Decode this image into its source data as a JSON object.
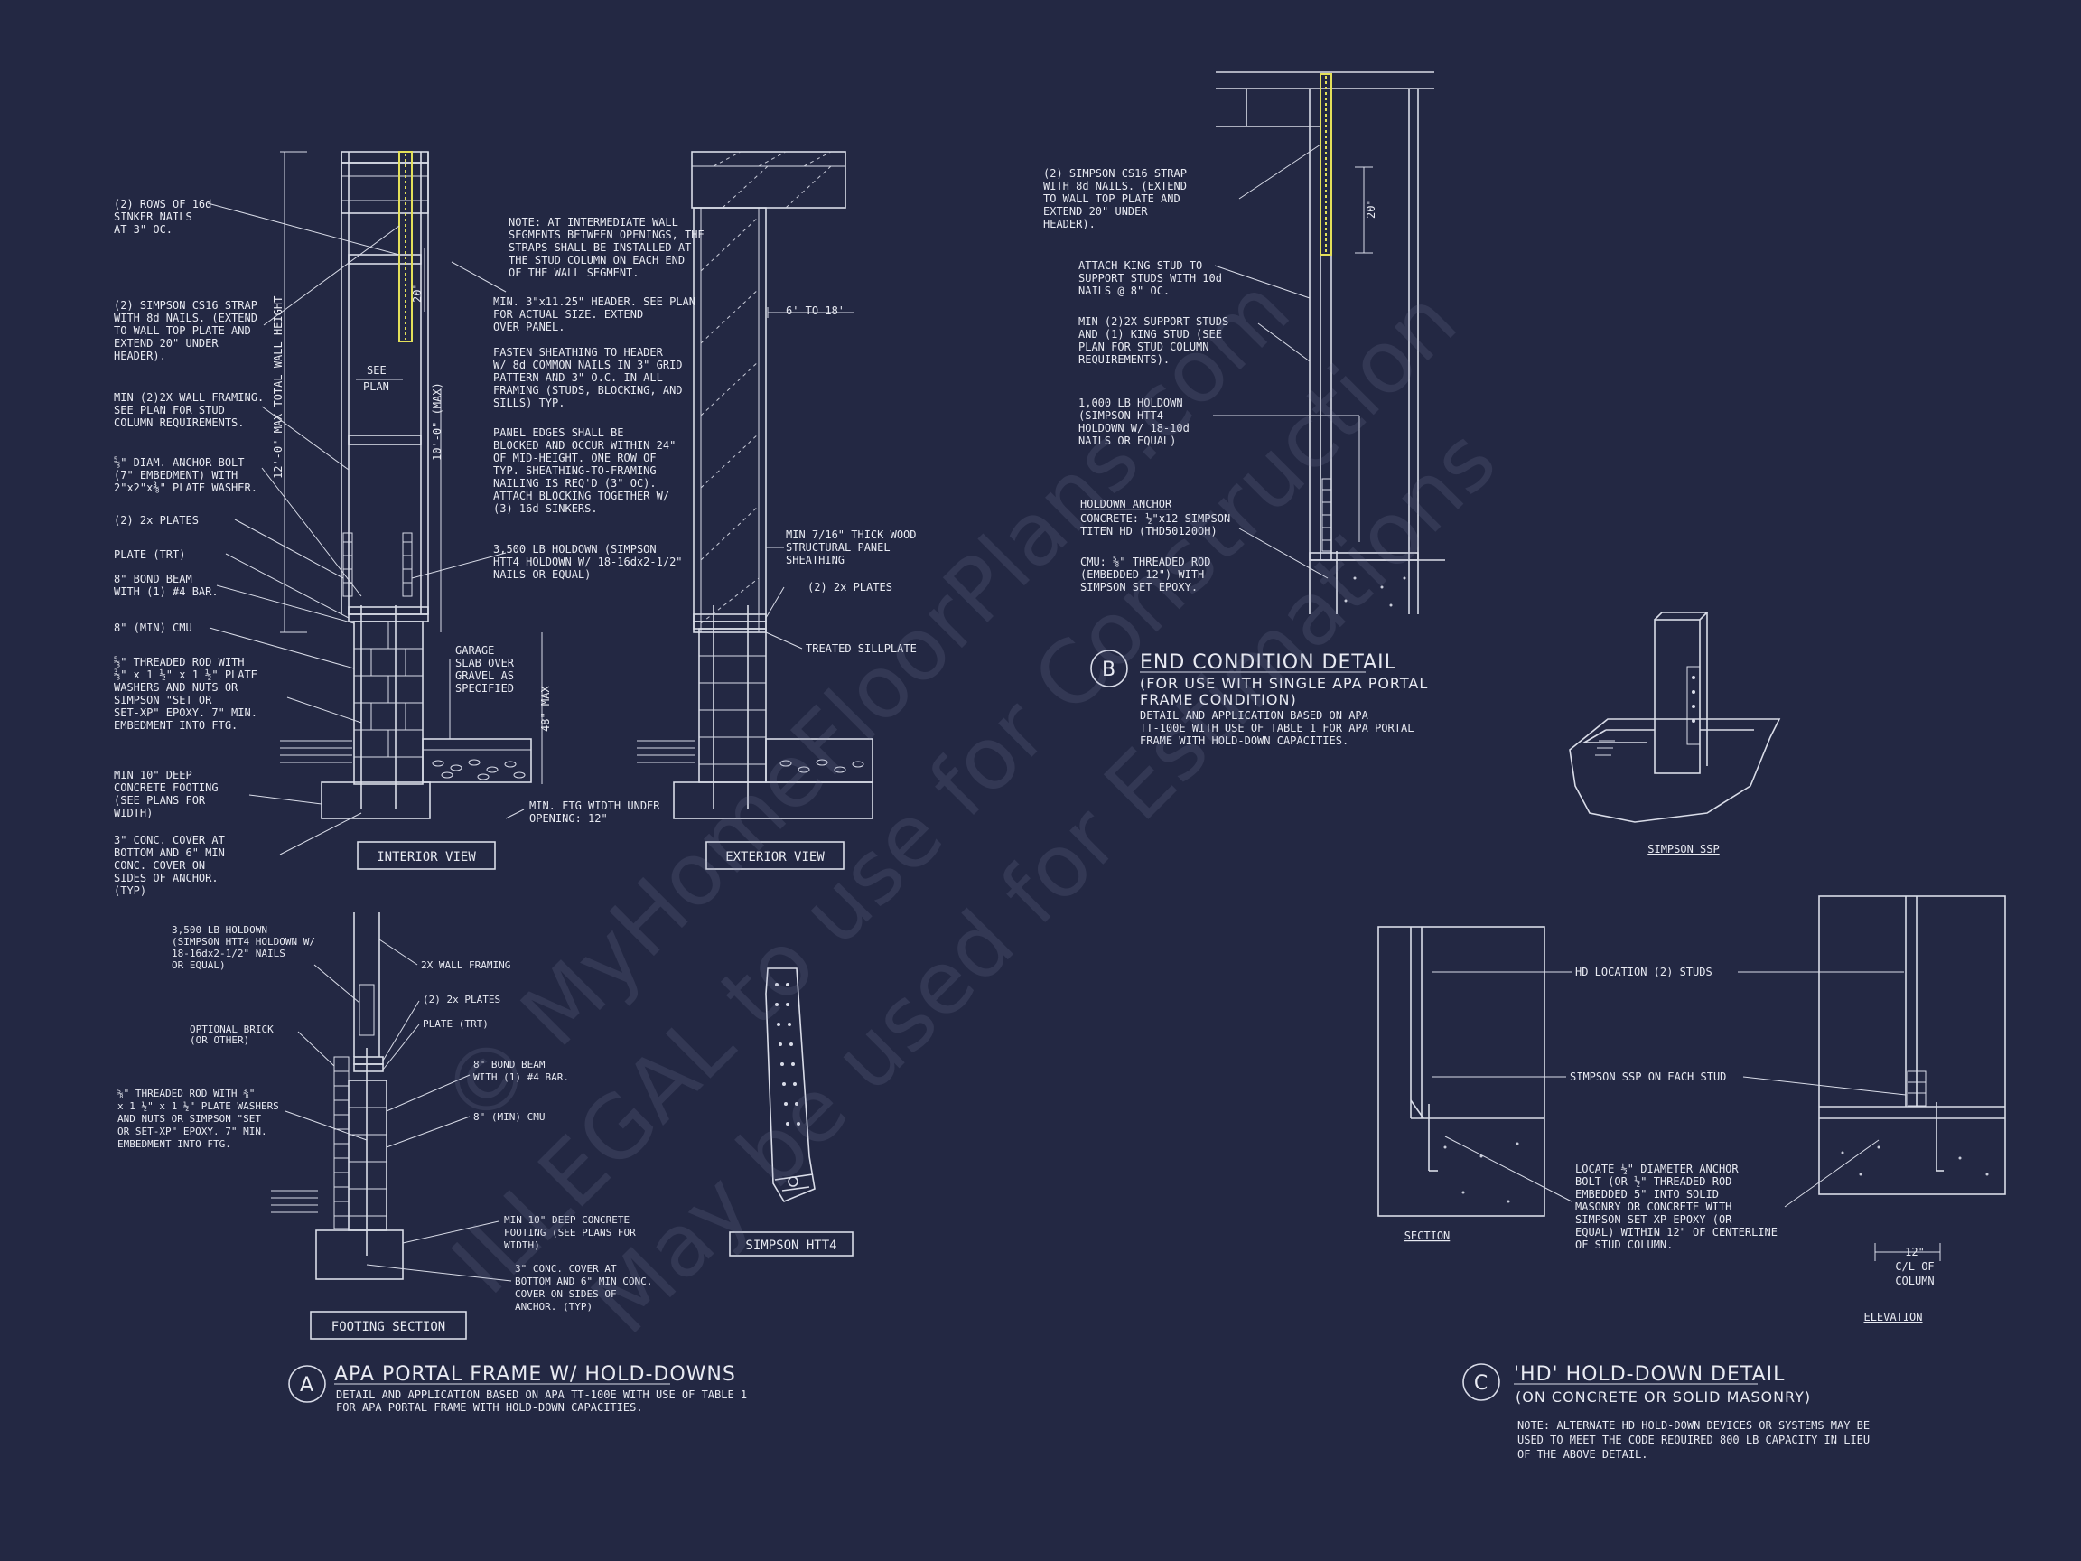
{
  "detail_a": {
    "notes": [
      "(2) ROWS OF 16d",
      "SINKER NAILS",
      "AT 3\" OC.",
      "(2) SIMPSON CS16 STRAP",
      "WITH 8d NAILS. (EXTEND",
      "TO WALL TOP PLATE AND",
      "EXTEND 20\" UNDER",
      "HEADER).",
      "MIN (2)2X WALL FRAMING.",
      "SEE PLAN FOR STUD",
      "COLUMN REQUIREMENTS.",
      "⅝\" DIAM. ANCHOR BOLT",
      "(7\" EMBEDMENT) WITH",
      "2\"x2\"x⅜\" PLATE WASHER.",
      "(2) 2x PLATES",
      "PLATE (TRT)",
      "8\" BOND BEAM",
      "WITH (1) #4 BAR.",
      "8\" (MIN) CMU",
      "⅝\" THREADED ROD WITH",
      "⅜\" x 1 ½\" x 1 ½\" PLATE",
      "WASHERS AND NUTS OR",
      "SIMPSON \"SET OR",
      "SET-XP\" EPOXY. 7\" MIN.",
      "EMBEDMENT INTO FTG.",
      "MIN 10\" DEEP",
      "CONCRETE FOOTING",
      "(SEE PLANS FOR",
      "WIDTH)",
      "3\" CONC. COVER AT",
      "BOTTOM AND 6\" MIN",
      "CONC. COVER ON",
      "SIDES OF ANCHOR.",
      "(TYP)"
    ],
    "center_notes": [
      "NOTE: AT INTERMEDIATE WALL",
      "SEGMENTS BETWEEN OPENINGS, THE",
      "STRAPS SHALL BE INSTALLED AT",
      "THE STUD COLUMN ON EACH END",
      "OF THE WALL SEGMENT.",
      "MIN. 3\"x11.25\" HEADER. SEE PLAN",
      "FOR ACTUAL SIZE. EXTEND",
      "OVER PANEL.",
      "FASTEN SHEATHING TO HEADER",
      "W/ 8d COMMON NAILS IN 3\" GRID",
      "PATTERN AND 3\" O.C. IN ALL",
      "FRAMING (STUDS, BLOCKING, AND",
      "SILLS) TYP.",
      "PANEL EDGES SHALL BE",
      "BLOCKED AND OCCUR WITHIN 24\"",
      "OF MID-HEIGHT.  ONE ROW OF",
      "TYP. SHEATHING-TO-FRAMING",
      "NAILING IS REQ'D (3\" OC).",
      "ATTACH BLOCKING TOGETHER W/",
      "(3) 16d SINKERS.",
      "3,500 LB HOLDOWN (SIMPSON",
      "HTT4 HOLDOWN W/ 18-16dx2-1/2\"",
      "NAILS OR EQUAL)",
      "GARAGE",
      "SLAB OVER",
      "GRAVEL AS",
      "SPECIFIED",
      "MIN. FTG WIDTH UNDER",
      "OPENING: 12\""
    ],
    "dims": {
      "top": "20\"",
      "see": "SEE",
      "plan": "PLAN",
      "total": "12'-0\" MAX TOTAL WALL HEIGHT",
      "max": "10'-0\" (MAX)",
      "h48": "48\" MAX",
      "span": "6' TO 18'"
    },
    "exterior_notes": [
      "MIN 7/16\" THICK WOOD",
      "STRUCTURAL PANEL",
      "SHEATHING",
      "(2) 2x PLATES",
      "TREATED SILLPLATE"
    ],
    "interior_view": "INTERIOR VIEW",
    "exterior_view": "EXTERIOR VIEW",
    "footing_notes": [
      "3,500 LB HOLDOWN",
      "(SIMPSON HTT4 HOLDOWN W/",
      "18-16dx2-1/2\" NAILS",
      "OR EQUAL)",
      "2X WALL FRAMING",
      "(2) 2x PLATES",
      "PLATE (TRT)",
      "OPTIONAL BRICK",
      "(OR OTHER)",
      "8\" BOND BEAM",
      "WITH (1) #4 BAR.",
      "8\" (MIN) CMU",
      "⅝\" THREADED ROD WITH ⅜\"",
      "x 1 ½\" x 1 ½\" PLATE WASHERS",
      "AND NUTS OR SIMPSON \"SET",
      "OR SET-XP\" EPOXY.  7\" MIN.",
      "EMBEDMENT INTO FTG.",
      "MIN 10\" DEEP CONCRETE",
      "FOOTING (SEE PLANS FOR",
      "WIDTH)",
      "3\" CONC. COVER AT",
      "BOTTOM AND 6\" MIN CONC.",
      "COVER ON SIDES OF",
      "ANCHOR. (TYP)"
    ],
    "footing_section": "FOOTING SECTION",
    "htt4_label": "SIMPSON HTT4",
    "letter": "A",
    "title": "APA PORTAL FRAME W/ HOLD-DOWNS",
    "desc": [
      "DETAIL AND APPLICATION BASED ON APA TT-100E WITH USE OF TABLE 1",
      "FOR APA PORTAL FRAME WITH HOLD-DOWN CAPACITIES."
    ]
  },
  "detail_b": {
    "notes": [
      "(2) SIMPSON CS16 STRAP",
      "WITH 8d NAILS. (EXTEND",
      "TO WALL TOP PLATE AND",
      "EXTEND 20\" UNDER",
      "HEADER).",
      "ATTACH KING STUD TO",
      "SUPPORT STUDS WITH 10d",
      "NAILS @ 8\" OC.",
      "MIN (2)2X SUPPORT STUDS",
      "AND (1) KING STUD (SEE",
      "PLAN FOR STUD COLUMN",
      "REQUIREMENTS).",
      "1,000 LB HOLDOWN",
      "(SIMPSON HTT4",
      "HOLDOWN W/ 18-10d",
      "NAILS OR EQUAL)"
    ],
    "anchor_head": "HOLDOWN ANCHOR",
    "anchor_notes": [
      "CONCRETE: ½\"x12 SIMPSON",
      "TITEN HD (THD50120OH)",
      "CMU: ⅝\" THREADED ROD",
      "(EMBEDDED 12\") WITH",
      "SIMPSON SET EPOXY."
    ],
    "dim": "20\"",
    "letter": "B",
    "title": "END CONDITION DETAIL",
    "desc": [
      "(FOR USE WITH SINGLE APA PORTAL",
      "FRAME CONDITION)",
      "DETAIL AND APPLICATION BASED ON APA",
      "TT-100E WITH USE OF TABLE 1 FOR APA PORTAL",
      "FRAME WITH HOLD-DOWN CAPACITIES."
    ],
    "ssp_label": "SIMPSON SSP"
  },
  "detail_c": {
    "hd_location": "HD LOCATION (2) STUDS",
    "ssp_each": "SIMPSON SSP ON EACH STUD",
    "locate": [
      "LOCATE ½\" DIAMETER ANCHOR",
      "BOLT (OR ½\" THREADED ROD",
      "EMBEDDED 5\" INTO SOLID",
      "MASONRY OR CONCRETE WITH",
      "SIMPSON SET-XP EPOXY (OR",
      "EQUAL) WITHIN 12\" OF CENTERLINE",
      "OF STUD COLUMN."
    ],
    "dim": [
      "12\"",
      "C/L OF",
      "COLUMN"
    ],
    "section": "SECTION",
    "elevation": "ELEVATION",
    "letter": "C",
    "title": "'HD' HOLD-DOWN DETAIL",
    "subtitle": "(ON CONCRETE OR SOLID MASONRY)",
    "note": [
      "NOTE: ALTERNATE HD HOLD-DOWN DEVICES OR SYSTEMS MAY BE",
      "USED TO MEET THE CODE REQUIRED 800 LB CAPACITY IN LIEU",
      "OF THE ABOVE DETAIL."
    ]
  },
  "watermark": [
    "© MyHomeFloorPlans.com",
    "ILLEGAL to use for Construction",
    "May be used for Estimations"
  ],
  "colors": {
    "background": "#232843",
    "linework": "#d9dce8",
    "strap": "#e3e05a",
    "watermark": "#8a90ad"
  }
}
